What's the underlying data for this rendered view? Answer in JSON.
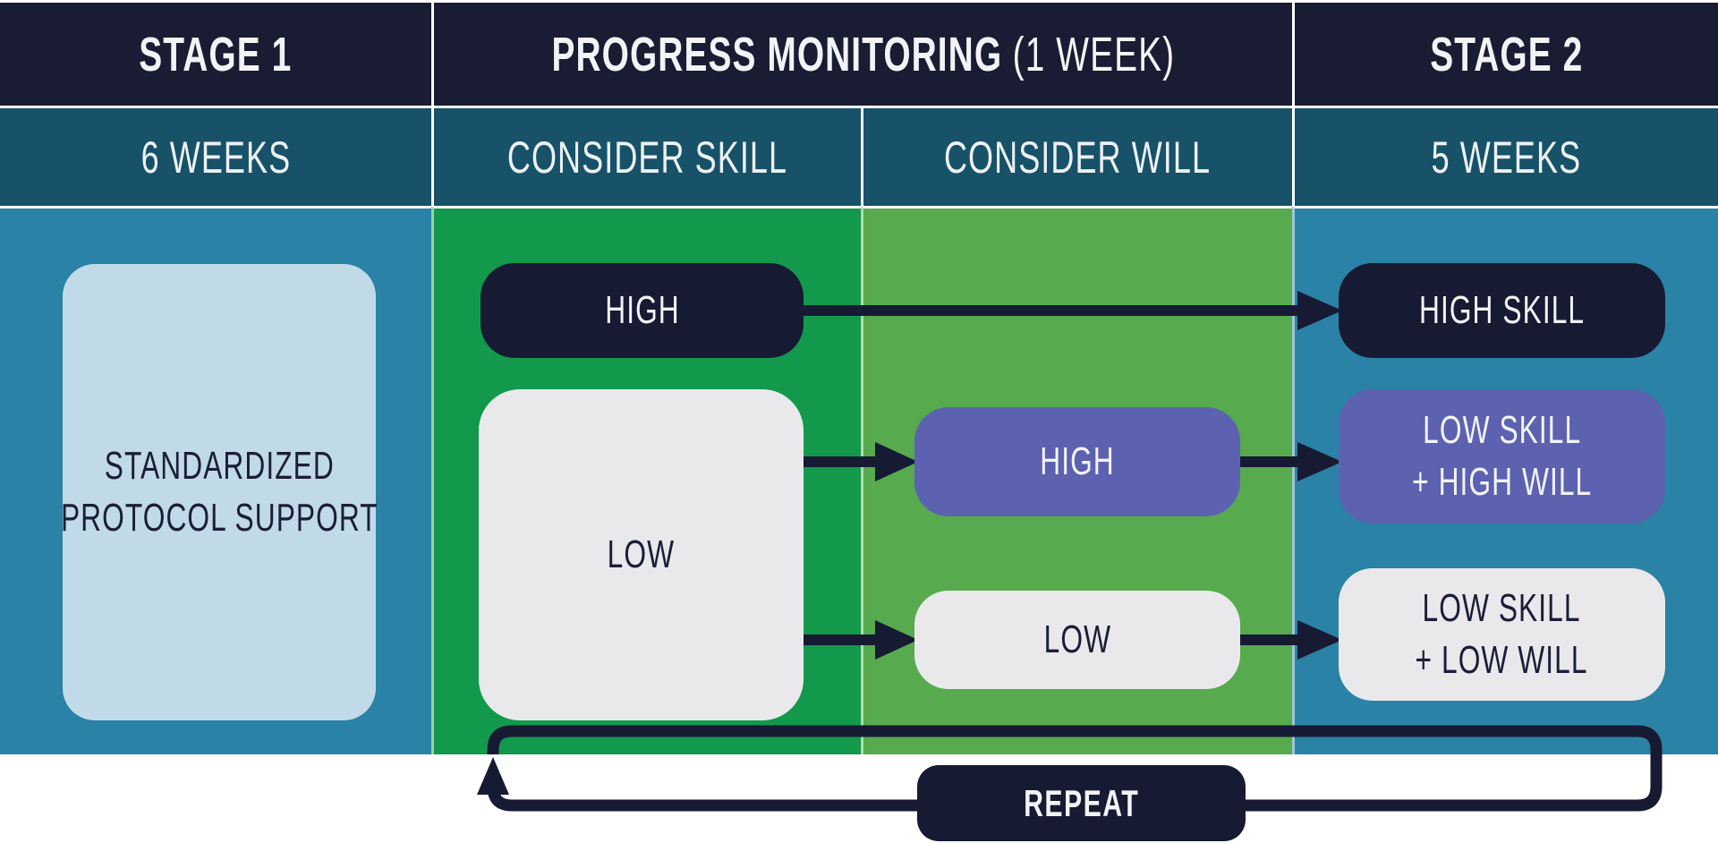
{
  "header": {
    "stage1": "STAGE 1",
    "progress_title": "PROGRESS MONITORING",
    "progress_suffix": "(1 WEEK)",
    "stage2": "STAGE 2"
  },
  "subheader": {
    "stage1_duration": "6 WEEKS",
    "consider_skill": "CONSIDER SKILL",
    "consider_will": "CONSIDER WILL",
    "stage2_duration": "5 WEEKS"
  },
  "stage1": {
    "support_box_lines": [
      "STANDARDIZED",
      "PROTOCOL SUPPORT"
    ]
  },
  "consider_skill": {
    "high": "HIGH",
    "low": "LOW"
  },
  "consider_will": {
    "high": "HIGH",
    "low": "LOW"
  },
  "stage2": {
    "high_skill": "HIGH SKILL",
    "low_skill_high_will_lines": [
      "LOW SKILL",
      "+ HIGH WILL"
    ],
    "low_skill_low_will_lines": [
      "LOW SKILL",
      "+ LOW WILL"
    ]
  },
  "repeat": {
    "label": "REPEAT"
  },
  "colors": {
    "header_navy": "#1a1c33",
    "subheader_teal": "#175269",
    "stage_blue": "#2a82a6",
    "skill_green": "#12994b",
    "will_green": "#57aa4e",
    "dark_pill": "#161a33",
    "purple_pill": "#5c62b0",
    "white_pill": "#e9e9ec",
    "light_blue_box": "#c1dae8",
    "arrow_navy": "#161a33"
  }
}
